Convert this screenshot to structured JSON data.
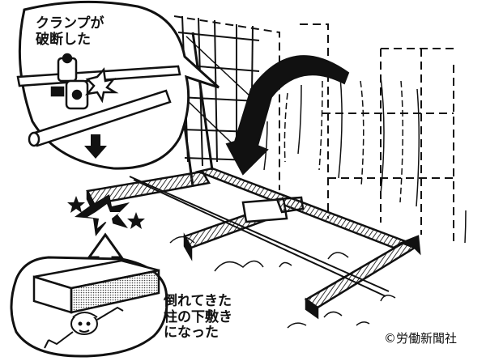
{
  "callout_top": {
    "line1": "クランプが",
    "line2": "破断した"
  },
  "callout_bottom": {
    "line1": "倒れてきた",
    "line2": "柱の下敷き",
    "line3": "になった"
  },
  "copyright": "©労働新聞社",
  "colors": {
    "ink": "#111111",
    "paper": "#ffffff",
    "hatch": "#333333"
  },
  "icons": [
    "broken-clamp-icon",
    "down-arrow-icon",
    "up-arrow-icon",
    "impact-star-icon",
    "curved-arrow-icon"
  ]
}
